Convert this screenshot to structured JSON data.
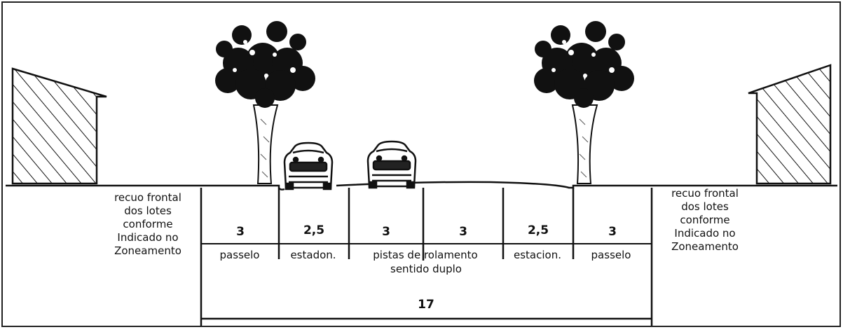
{
  "recuo_left": [
    "recuo frontal",
    "dos lotes",
    "conforme",
    "Indicado no",
    "Zoneamento"
  ],
  "recuo_right": [
    "recuo frontal",
    "dos lotes",
    "conforme",
    "Indicado no",
    "Zoneamento"
  ],
  "widths": [
    "3",
    "2,5",
    "3",
    "3",
    "2,5",
    "3"
  ],
  "segment_labels": {
    "passeo_left": "passelo",
    "estac_left": "estadon.",
    "pistas_line1": "pistas de rolamento",
    "pistas_line2": "sentido duplo",
    "estac_right": "estacion.",
    "passeo_right": "passelo"
  },
  "total_width": "17"
}
